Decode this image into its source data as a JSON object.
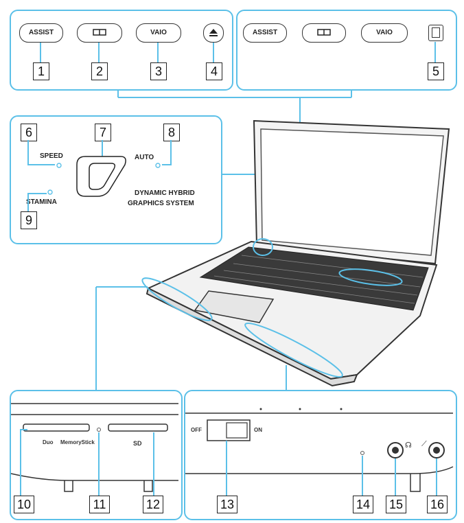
{
  "buttons_left": {
    "assist": "ASSIST",
    "vaio": "VAIO"
  },
  "buttons_right": {
    "assist": "ASSIST",
    "vaio": "VAIO"
  },
  "switch_panel": {
    "speed": "SPEED",
    "stamina": "STAMINA",
    "auto": "AUTO",
    "dynamic_line1": "DYNAMIC HYBRID",
    "dynamic_line2": "GRAPHICS SYSTEM"
  },
  "front_left": {
    "sd": "SD",
    "memory_stick": "MemoryStick",
    "logo_text": "Duo"
  },
  "front_right": {
    "off": "OFF",
    "on": "ON"
  },
  "callouts": [
    "1",
    "2",
    "3",
    "4",
    "5",
    "6",
    "7",
    "8",
    "9",
    "10",
    "11",
    "12",
    "13",
    "14",
    "15",
    "16"
  ],
  "colors": {
    "panel_border": "#5bc0e8",
    "line": "#5bc0e8"
  }
}
